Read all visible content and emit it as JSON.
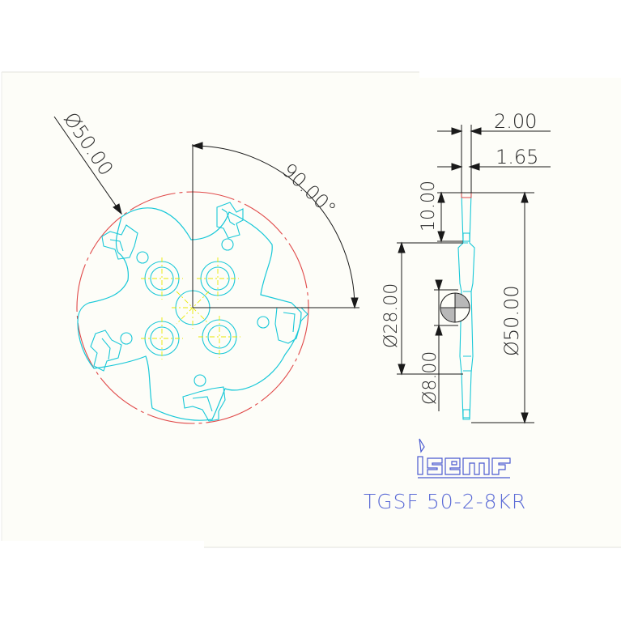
{
  "drawing": {
    "dims": {
      "diameter_front": "Ø50.00",
      "angle": "90.00°",
      "width_top": "2.00",
      "width_second": "1.65",
      "depth": "10.00",
      "bore": "Ø28.00",
      "hub": "Ø8.00",
      "outer": "Ø50.00"
    },
    "brand": "iscar",
    "part_number": "TGSF 50-2-8KR"
  },
  "colors": {
    "sheet": "#fdfdf8",
    "outline": "#18c8d8",
    "circle": "#e04848",
    "center": "#e8e800",
    "dim_line": "#1a1a1a",
    "brand": "#4a5ad0",
    "part": "#5a6ad6"
  }
}
